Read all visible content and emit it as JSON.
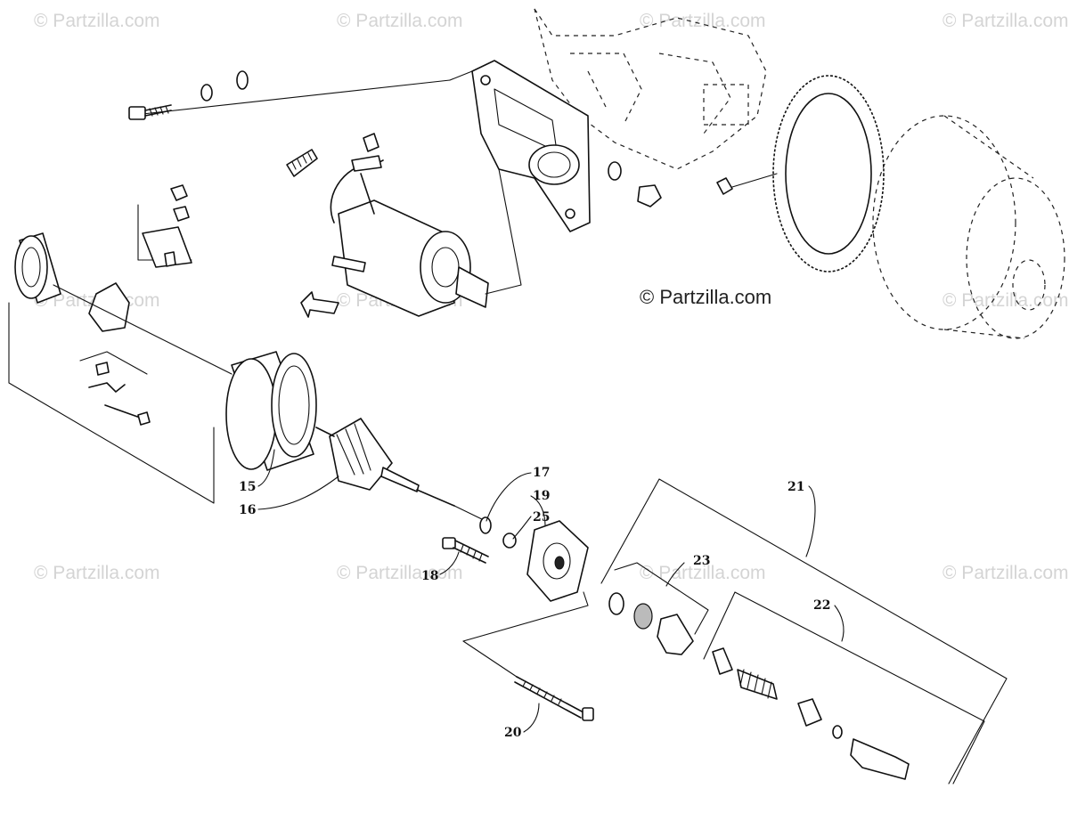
{
  "watermark_text": "© Partzilla.com",
  "copyright_text": "© Partzilla.com",
  "callouts": [
    "15",
    "16",
    "17",
    "18",
    "19",
    "20",
    "21",
    "22",
    "23",
    "25"
  ],
  "colors": {
    "ink": "#111111",
    "watermark": "#d4d4d4",
    "background": "#ffffff"
  }
}
